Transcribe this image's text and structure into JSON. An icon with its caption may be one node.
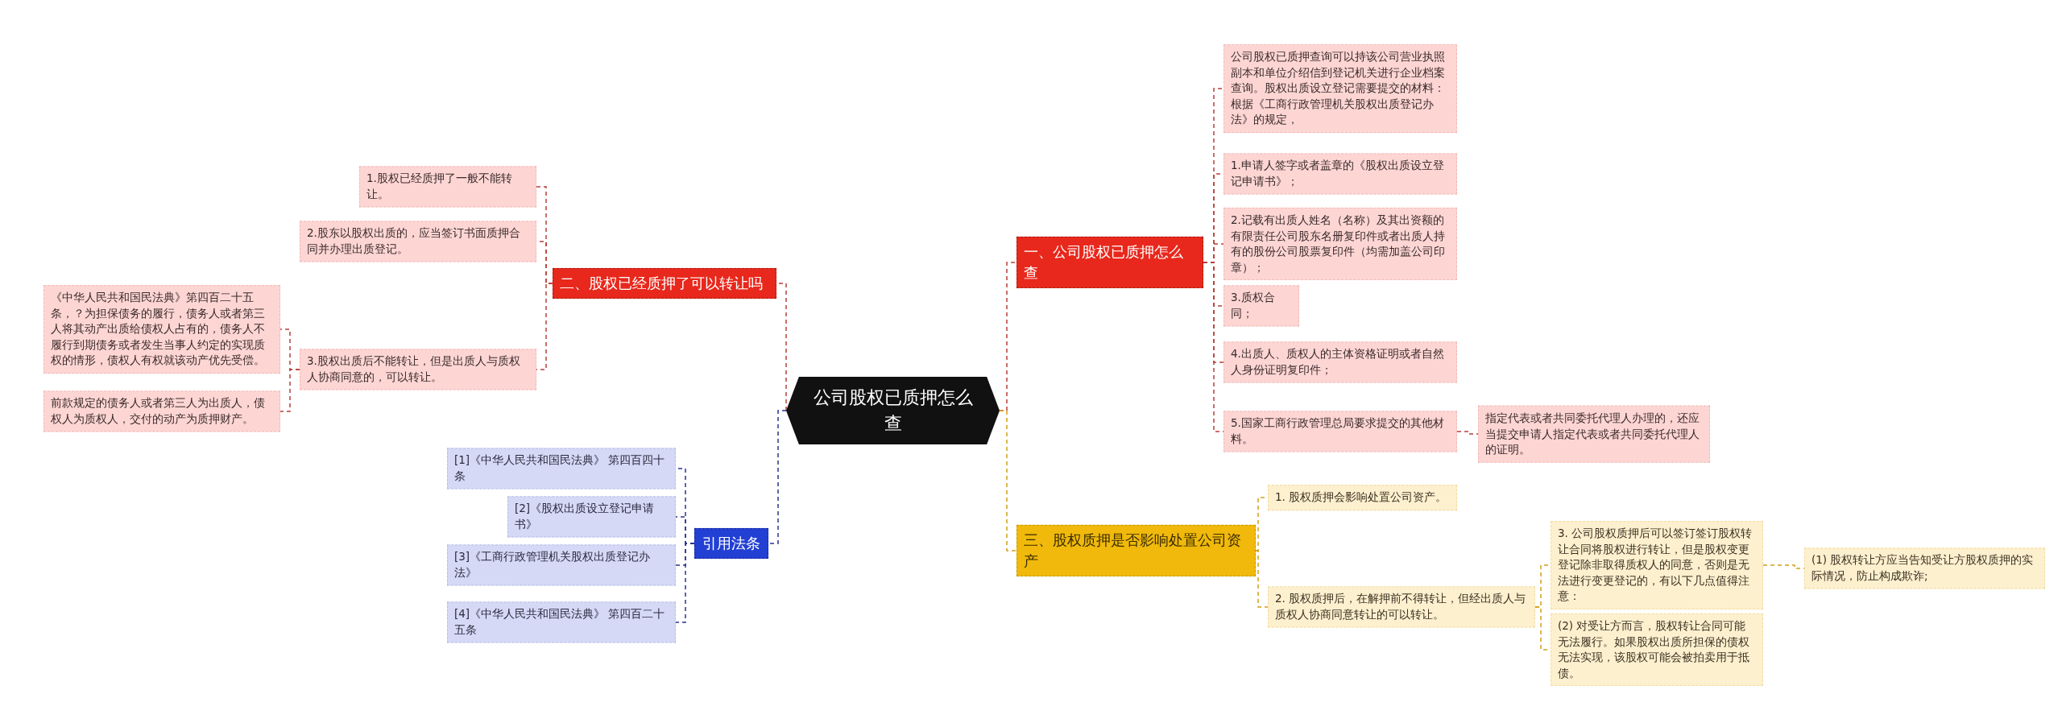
{
  "diagram": {
    "nodes": [
      {
        "text": [
          "公司股权已质押怎么查"
        ]
      },
      {
        "text": [
          "一、公司股权已质押怎么查"
        ]
      },
      {
        "text": [
          "公司股权已质押查询可以持该公司营业执照副本和单位介绍信到登记机关进行企业档案查询。股权出质设立登记需要提交的材料：根据《工商行政管理机关股权出质登记办法》的规定，"
        ]
      },
      {
        "text": [
          "1.申请人签字或者盖章的《股权出质设立登记申请书》；"
        ]
      },
      {
        "text": [
          "2.记载有出质人姓名（名称）及其出资额的有限责任公司股东名册复印件或者出质人持有的股份公司股票复印件（均需加盖公司印章）；"
        ]
      },
      {
        "text": [
          "3.质权合同；"
        ]
      },
      {
        "text": [
          "4.出质人、质权人的主体资格证明或者自然人身份证明复印件；"
        ]
      },
      {
        "text": [
          "5.国家工商行政管理总局要求提交的其他材料。"
        ]
      },
      {
        "text": [
          "指定代表或者共同委托代理人办理的，还应当提交申请人指定代表或者共同委托代理人的证明。"
        ]
      },
      {
        "text": [
          "二、股权已经质押了可以转让吗"
        ]
      },
      {
        "text": [
          "1.股权已经质押了一般不能转让。"
        ]
      },
      {
        "text": [
          "2.股东以股权出质的，应当签订书面质押合同并办理出质登记。"
        ]
      },
      {
        "text": [
          "3.股权出质后不能转让，但是出质人与质权人协商同意的，可以转让。"
        ]
      },
      {
        "text": [
          "《中华人民共和国民法典》第四百二十五条，？为担保债务的履行，债务人或者第三人将其动产出质给债权人占有的，债务人不履行到期债务或者发生当事人约定的实现质权的情形，债权人有权就该动产优先受偿。"
        ]
      },
      {
        "text": [
          "前款规定的债务人或者第三人为出质人，债权人为质权人，交付的动产为质押财产。"
        ]
      },
      {
        "text": [
          "三、股权质押是否影响处置公司资产"
        ]
      },
      {
        "text": [
          "1. 股权质押会影响处置公司资产。"
        ]
      },
      {
        "text": [
          "2. 股权质押后，在解押前不得转让，但经出质人与质权人协商同意转让的可以转让。"
        ]
      },
      {
        "text": [
          "3. 公司股权质押后可以签订签订股权转让合同将股权进行转让，但是股权变更登记除非取得质权人的同意，否则是无法进行变更登记的，有以下几点值得注意："
        ]
      },
      {
        "text": [
          "(1) 股权转让方应当告知受让方股权质押的实际情况，防止构成欺诈;"
        ]
      },
      {
        "text": [
          "(2) 对受让方而言，股权转让合同可能无法履行。如果股权出质所担保的债权无法实现，该股权可能会被拍卖用于抵债。"
        ]
      },
      {
        "text": [
          "引用法条"
        ]
      },
      {
        "text": [
          "[1]《中华人民共和国民法典》 第四百四十条"
        ]
      },
      {
        "text": [
          "[2]《股权出质设立登记申请书》"
        ]
      },
      {
        "text": [
          "[3]《工商行政管理机关股权出质登记办法》"
        ]
      },
      {
        "text": [
          "[4]《中华人民共和国民法典》 第四百二十五条"
        ]
      }
    ],
    "edges": [
      {
        "from": 0,
        "to": 1,
        "arrow": "none",
        "style": "dashed"
      },
      {
        "from": 1,
        "to": 2,
        "arrow": "none",
        "style": "dashed"
      },
      {
        "from": 1,
        "to": 3,
        "arrow": "none",
        "style": "dashed"
      },
      {
        "from": 1,
        "to": 4,
        "arrow": "none",
        "style": "dashed"
      },
      {
        "from": 1,
        "to": 5,
        "arrow": "none",
        "style": "dashed"
      },
      {
        "from": 1,
        "to": 6,
        "arrow": "none",
        "style": "dashed"
      },
      {
        "from": 1,
        "to": 7,
        "arrow": "none",
        "style": "dashed"
      },
      {
        "from": 7,
        "to": 8,
        "arrow": "none",
        "style": "dashed"
      },
      {
        "from": 0,
        "to": 9,
        "arrow": "none",
        "style": "dashed"
      },
      {
        "from": 9,
        "to": 10,
        "arrow": "none",
        "style": "dashed"
      },
      {
        "from": 9,
        "to": 11,
        "arrow": "none",
        "style": "dashed"
      },
      {
        "from": 9,
        "to": 12,
        "arrow": "none",
        "style": "dashed"
      },
      {
        "from": 12,
        "to": 13,
        "arrow": "none",
        "style": "dashed"
      },
      {
        "from": 12,
        "to": 14,
        "arrow": "none",
        "style": "dashed"
      },
      {
        "from": 0,
        "to": 15,
        "arrow": "none",
        "style": "dashed",
        "color": "#d4a017"
      },
      {
        "from": 15,
        "to": 16,
        "arrow": "none",
        "style": "dashed",
        "color": "#d4a017"
      },
      {
        "from": 15,
        "to": 17,
        "arrow": "none",
        "style": "dashed",
        "color": "#d4a017"
      },
      {
        "from": 17,
        "to": 18,
        "arrow": "none",
        "style": "dashed",
        "color": "#d4a017"
      },
      {
        "from": 17,
        "to": 20,
        "arrow": "none",
        "style": "dashed",
        "color": "#d4a017"
      },
      {
        "from": 18,
        "to": 19,
        "arrow": "none",
        "style": "dashed",
        "color": "#d4a017"
      },
      {
        "from": 0,
        "to": 21,
        "arrow": "none",
        "style": "dashed",
        "color": "#2a3490"
      },
      {
        "from": 21,
        "to": 22,
        "arrow": "none",
        "style": "dashed",
        "color": "#2a3490"
      },
      {
        "from": 21,
        "to": 23,
        "arrow": "none",
        "style": "dashed",
        "color": "#2a3490"
      },
      {
        "from": 21,
        "to": 24,
        "arrow": "none",
        "style": "dashed",
        "color": "#2a3490"
      },
      {
        "from": 21,
        "to": 25,
        "arrow": "none",
        "style": "dashed",
        "color": "#2a3490"
      }
    ]
  }
}
